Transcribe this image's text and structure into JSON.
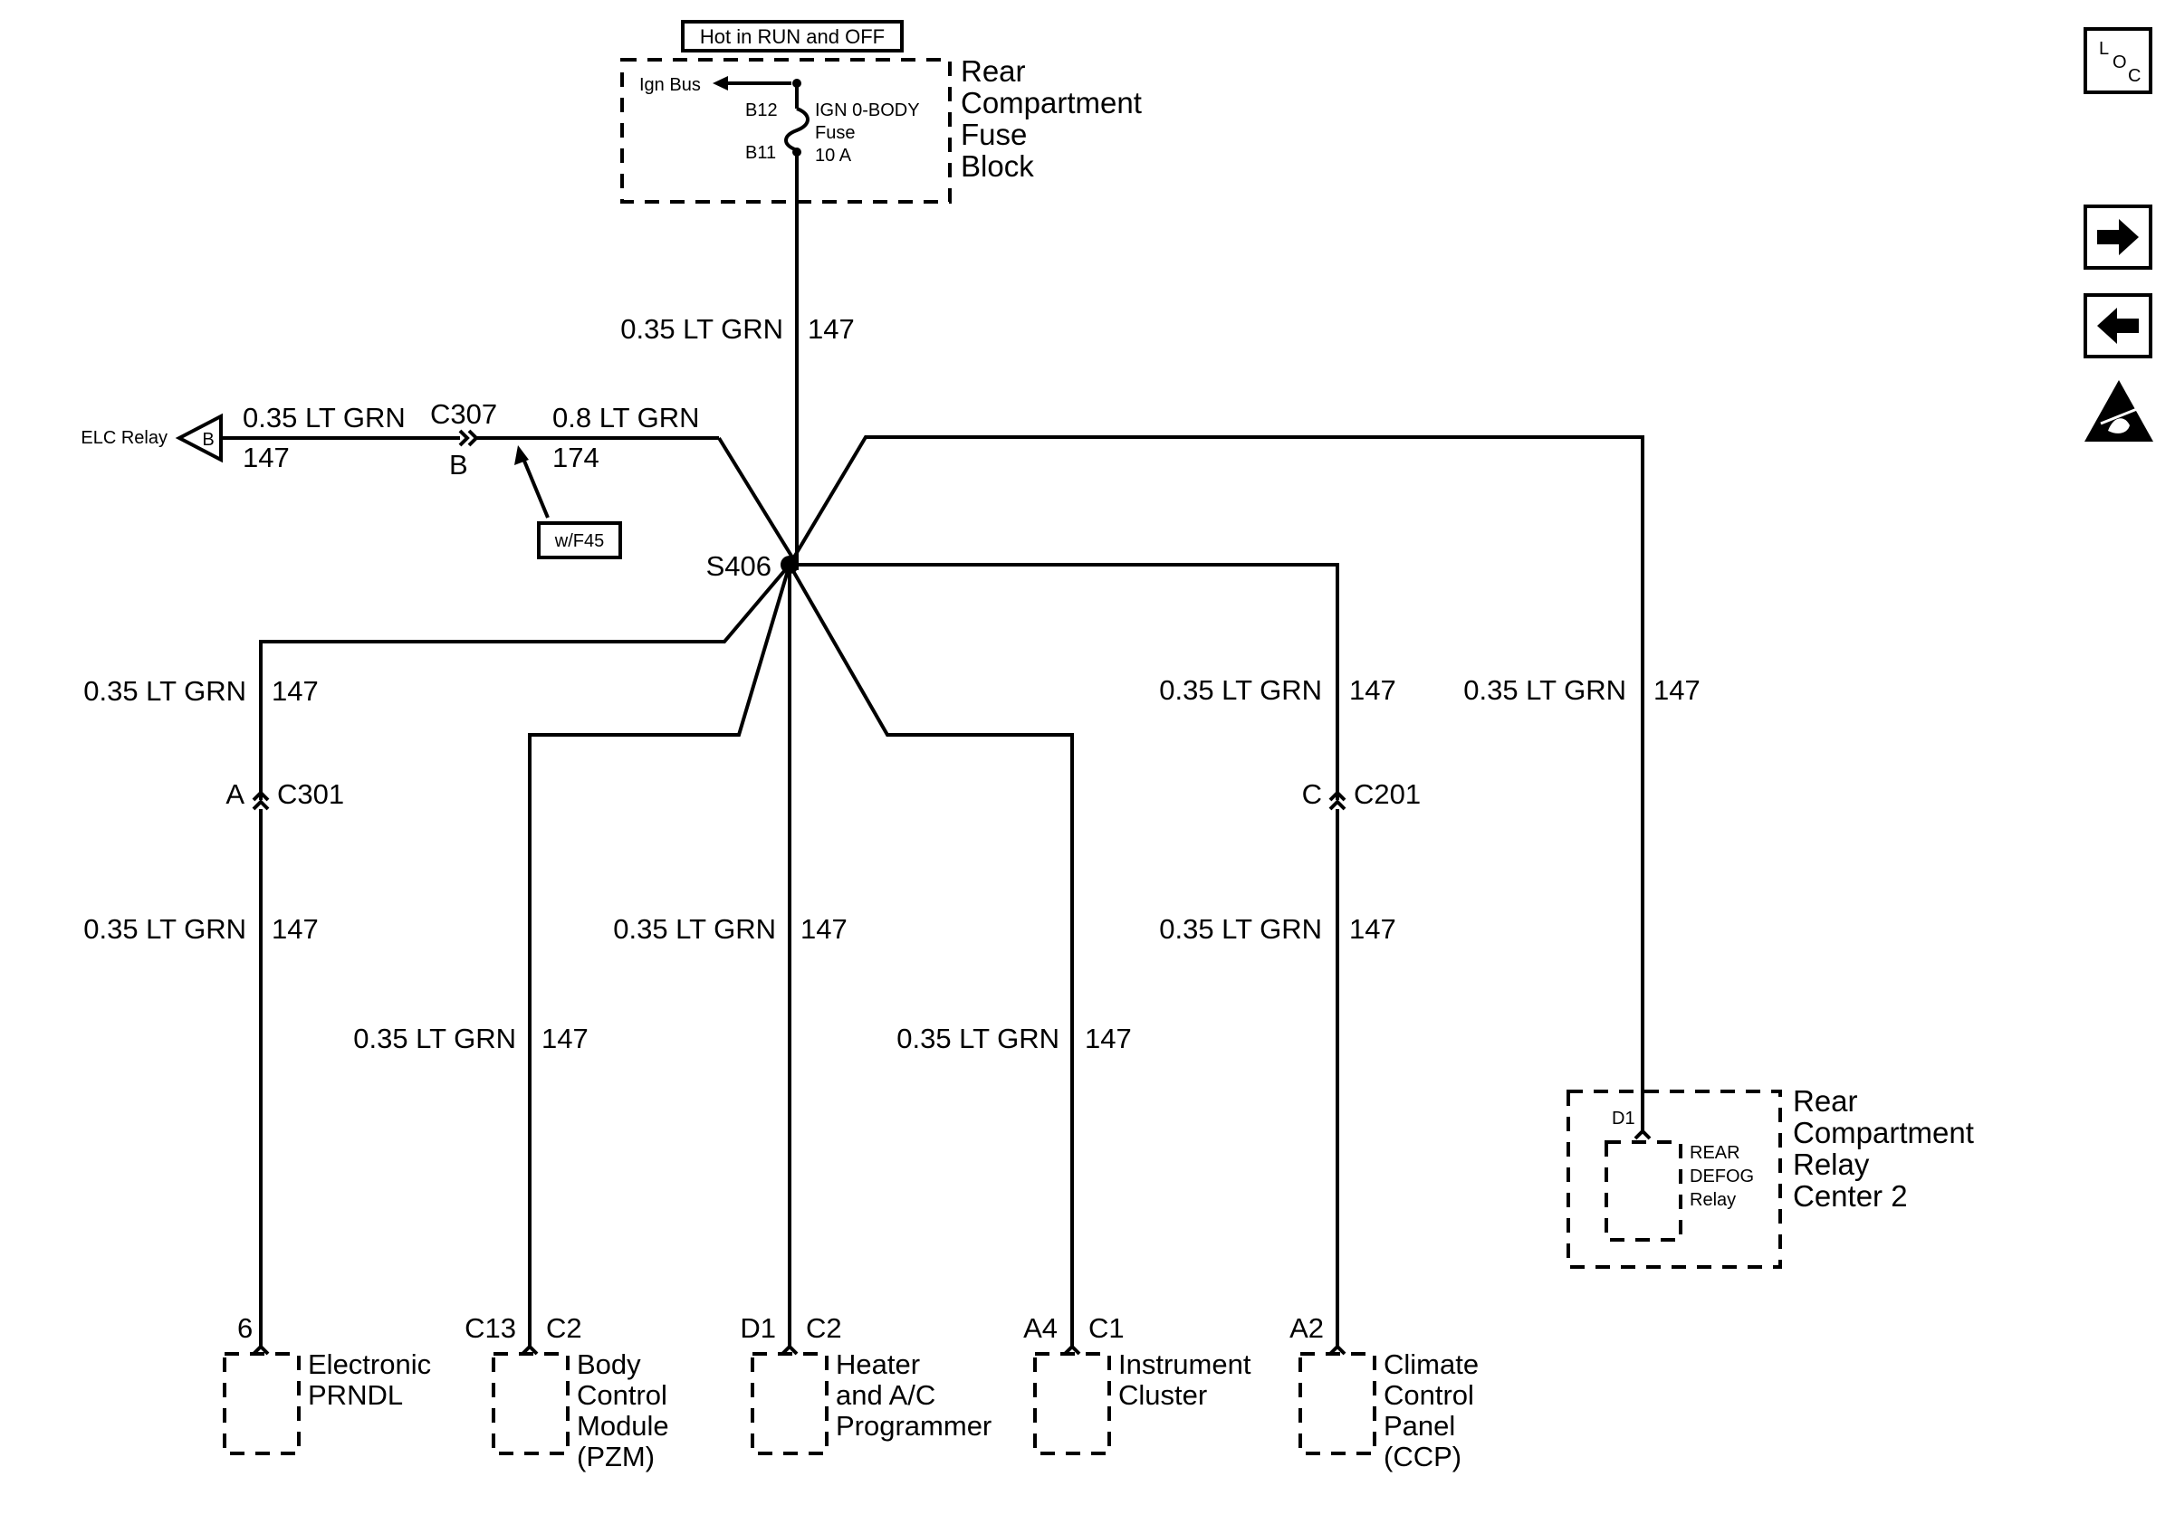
{
  "fuse_block": {
    "hot_label": "Hot in RUN and OFF",
    "ign_bus": "Ign Bus",
    "pin_top": "B12",
    "pin_bottom": "B11",
    "fuse_name": "IGN 0-BODY",
    "fuse_word": "Fuse",
    "fuse_rating": "10 A",
    "name_lines": [
      "Rear",
      "Compartment",
      "Fuse",
      "Block"
    ]
  },
  "wires": {
    "w_main_size": "0.35 LT GRN",
    "w_main_circuit": "147",
    "w_elc_size": "0.35 LT GRN",
    "w_elc_circuit": "147",
    "w_f45_size": "0.8 LT GRN",
    "w_f45_circuit": "174",
    "w_prndl_upper_size": "0.35 LT GRN",
    "w_prndl_upper_circuit": "147",
    "w_prndl_lower_size": "0.35 LT GRN",
    "w_prndl_lower_circuit": "147",
    "w_bcm_size": "0.35 LT GRN",
    "w_bcm_circuit": "147",
    "w_heater_size": "0.35 LT GRN",
    "w_heater_circuit": "147",
    "w_ic_size": "0.35 LT GRN",
    "w_ic_circuit": "147",
    "w_ccp_upper_size": "0.35 LT GRN",
    "w_ccp_upper_circuit": "147",
    "w_ccp_lower_size": "0.35 LT GRN",
    "w_ccp_lower_circuit": "147",
    "w_relay_size": "0.35 LT GRN",
    "w_relay_circuit": "147"
  },
  "connectors": {
    "elc_relay": "ELC Relay",
    "elc_pin": "B",
    "c307": "C307",
    "c307_pin": "B",
    "option_tag": "w/F45",
    "splice": "S406",
    "c301": "C301",
    "c301_pin": "A",
    "c201": "C201",
    "c201_pin": "C"
  },
  "modules": {
    "prndl": {
      "pin": "6",
      "connector": "",
      "lines": [
        "Electronic",
        "PRNDL"
      ]
    },
    "bcm": {
      "pin": "C13",
      "connector": "C2",
      "lines": [
        "Body",
        "Control",
        "Module",
        "(PZM)"
      ]
    },
    "heater": {
      "pin": "D1",
      "connector": "C2",
      "lines": [
        "Heater",
        "and A/C",
        "Programmer"
      ]
    },
    "ic": {
      "pin": "A4",
      "connector": "C1",
      "lines": [
        "Instrument",
        "Cluster"
      ]
    },
    "ccp": {
      "pin": "A2",
      "connector": "",
      "lines": [
        "Climate",
        "Control",
        "Panel",
        "(CCP)"
      ]
    }
  },
  "relay_center": {
    "pin": "D1",
    "relay_lines": [
      "REAR",
      "DEFOG",
      "Relay"
    ],
    "name_lines": [
      "Rear",
      "Compartment",
      "Relay",
      "Center 2"
    ]
  },
  "icons": {
    "loc_letters": [
      "L",
      "O",
      "C"
    ],
    "loc": "loc-icon",
    "forward": "arrow-right-icon",
    "back": "arrow-left-icon",
    "esd": "esd-warning-icon"
  }
}
